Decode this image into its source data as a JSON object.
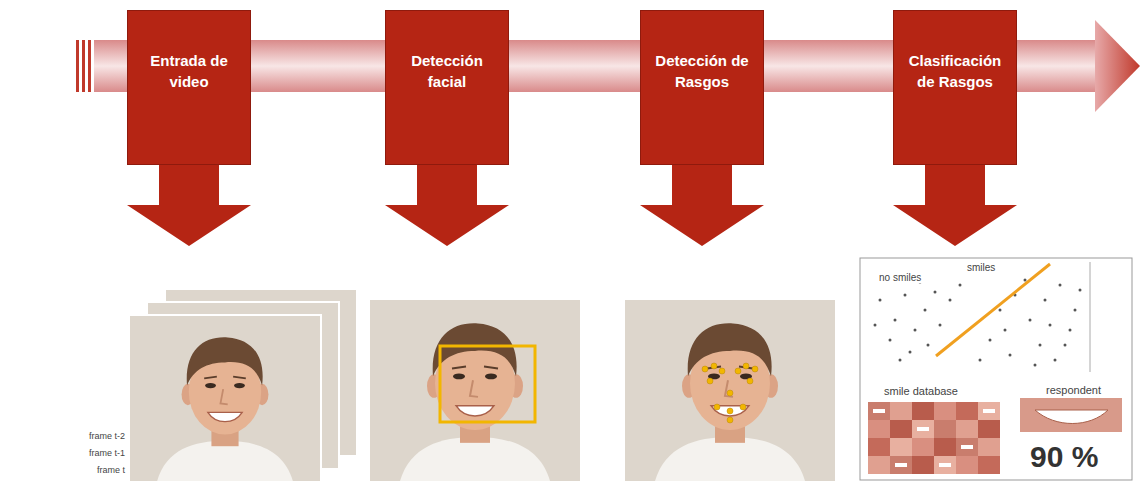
{
  "diagram": {
    "nodes": [
      {
        "text": [
          "Entrada de video"
        ]
      },
      {
        "text": [
          "Detección facial"
        ]
      },
      {
        "text": [
          "Detección de Rasgos"
        ]
      },
      {
        "text": [
          "Clasificación de Rasgos"
        ]
      }
    ],
    "edges": [
      {
        "from": 0,
        "to": 1,
        "arrow": "none"
      },
      {
        "from": 1,
        "to": 2,
        "arrow": "none"
      },
      {
        "from": 2,
        "to": 3,
        "arrow": "none"
      }
    ],
    "labels": [
      "frame t-2",
      "frame t-1",
      "frame t",
      "no smiles",
      "smiles",
      "smile database",
      "respondent",
      "90 %"
    ]
  }
}
